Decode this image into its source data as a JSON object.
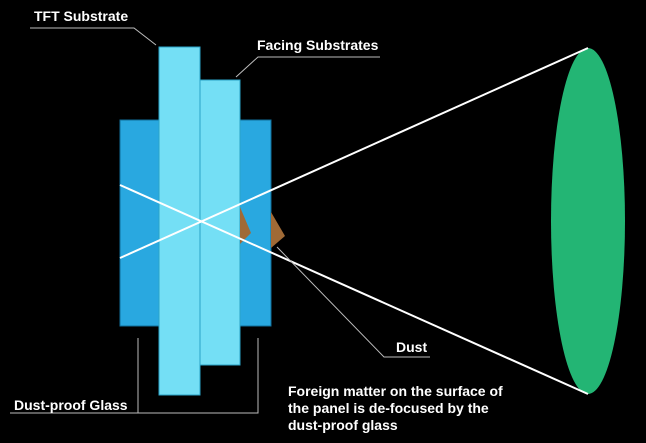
{
  "labels": {
    "tft_substrate": "TFT Substrate",
    "facing_substrates": "Facing Substrates",
    "dust": "Dust",
    "dust_proof_glass": "Dust-proof Glass"
  },
  "caption": {
    "line1": "Foreign matter on the surface of",
    "line2": "the panel is de-focused by the",
    "line3": "dust-proof glass"
  },
  "colors": {
    "background": "#000000",
    "dust_proof_glass": "#29a8e0",
    "substrate": "#74dff5",
    "dust": "#a06a36",
    "focus_ellipse": "#23b574",
    "ray": "#ffffff",
    "leader_line": "#bdbdbd"
  }
}
